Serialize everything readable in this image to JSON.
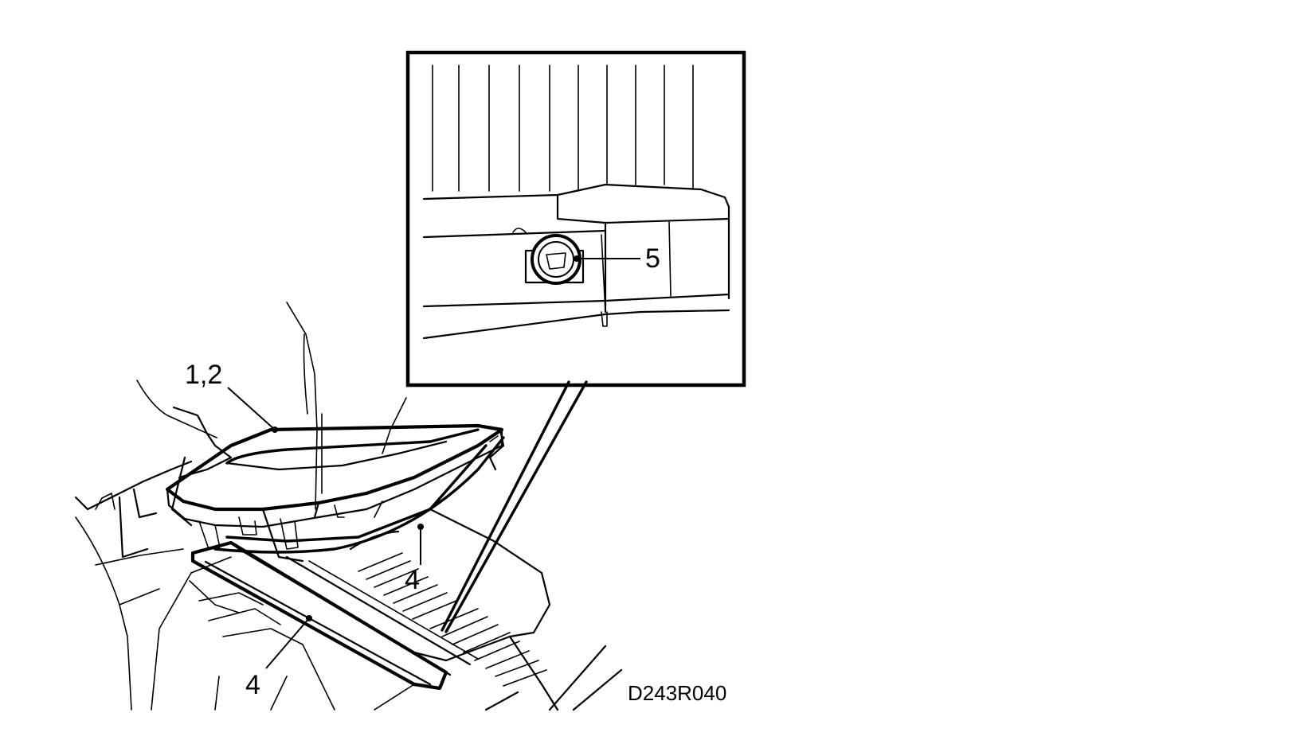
{
  "callouts": {
    "item_1_2": "1,2",
    "item_4_upper": "4",
    "item_4_lower": "4",
    "item_5": "5"
  },
  "figure_id": "D243R040",
  "colors": {
    "line": "#000000",
    "background": "#ffffff"
  }
}
